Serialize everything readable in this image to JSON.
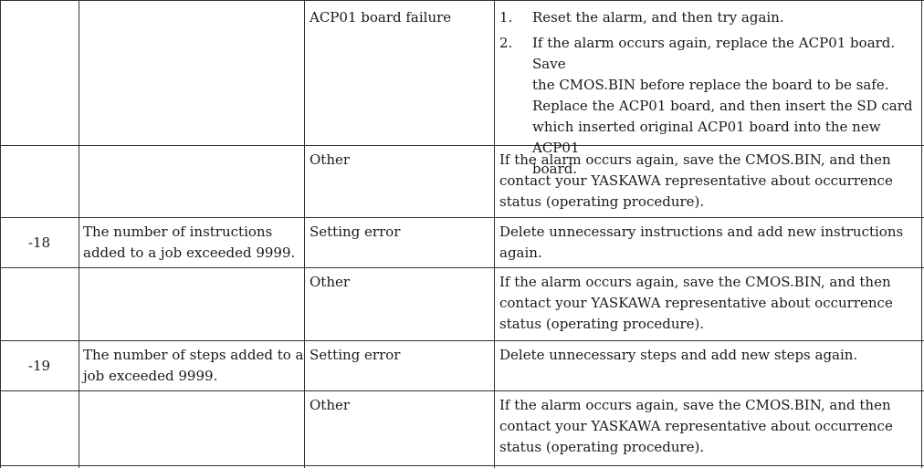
{
  "rows": [
    {
      "code": "",
      "description": "",
      "cause": "ACP01 board failure",
      "remedy_steps": [
        {
          "num": "1.",
          "text": "Reset the alarm, and then try again."
        },
        {
          "num": "2.",
          "lines": [
            "If the alarm occurs again, replace the ACP01 board. Save",
            "the CMOS.BIN before replace the board to be safe.",
            "Replace the ACP01 board, and then insert the SD card",
            "which inserted original ACP01 board into the new ACP01",
            "board."
          ]
        }
      ]
    },
    {
      "code": "",
      "description": "",
      "cause": "Other",
      "remedy_lines": [
        "If the alarm occurs again, save the CMOS.BIN, and then",
        "contact your YASKAWA representative about occurrence",
        "status (operating procedure)."
      ]
    },
    {
      "code": "-18",
      "description_lines": [
        "The number of instructions",
        "added to a job exceeded 9999."
      ],
      "cause": "Setting error",
      "remedy_lines": [
        "Delete unnecessary instructions and add new instructions",
        "again."
      ]
    },
    {
      "code": "",
      "description": "",
      "cause": "Other",
      "remedy_lines": [
        "If the alarm occurs again, save the CMOS.BIN, and then",
        "contact your YASKAWA representative about occurrence",
        "status (operating procedure)."
      ]
    },
    {
      "code": "-19",
      "description_lines": [
        "The number of steps added to a",
        "job exceeded 9999."
      ],
      "cause": "Setting error",
      "remedy_lines": [
        "Delete unnecessary steps and add new steps again."
      ]
    },
    {
      "code": "",
      "description": "",
      "cause": "Other",
      "remedy_lines": [
        "If the alarm occurs again, save the CMOS.BIN, and then",
        "contact your YASKAWA representative about occurrence",
        "status (operating procedure)."
      ]
    }
  ]
}
